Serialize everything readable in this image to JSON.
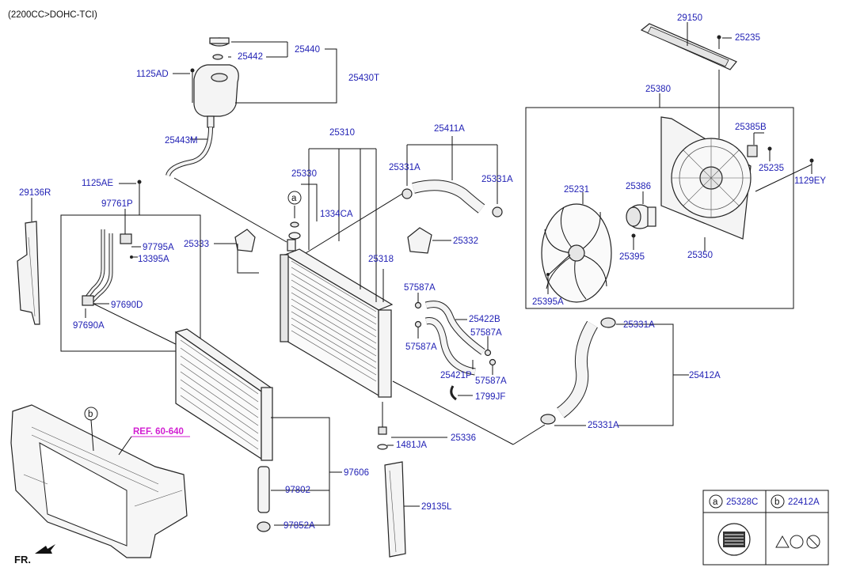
{
  "header": {
    "engine": "(2200CC>DOHC-TCI)"
  },
  "ref_note": "REF. 60-640",
  "front_marker": "FR.",
  "callouts": {
    "c_29150": "29150",
    "c_25235_top": "25235",
    "c_25380": "25380",
    "c_25385B": "25385B",
    "c_25235_mid": "25235",
    "c_1129EY": "1129EY",
    "c_25231": "25231",
    "c_25386": "25386",
    "c_25395": "25395",
    "c_25350": "25350",
    "c_25395A": "25395A",
    "c_25440": "25440",
    "c_25442": "25442",
    "c_1125AD": "1125AD",
    "c_25430T": "25430T",
    "c_25443M": "25443M",
    "c_25310": "25310",
    "c_25330": "25330",
    "c_a_marker": "a",
    "c_1334CA": "1334CA",
    "c_25333": "25333",
    "c_25318": "25318",
    "c_25411A": "25411A",
    "c_25331A_1": "25331A",
    "c_25331A_2": "25331A",
    "c_25332": "25332",
    "c_29136R": "29136R",
    "c_1125AE": "1125AE",
    "c_97761P": "97761P",
    "c_97795A": "97795A",
    "c_13395A": "13395A",
    "c_97690D": "97690D",
    "c_97690A": "97690A",
    "c_57587A_1": "57587A",
    "c_25422B": "25422B",
    "c_57587A_2": "57587A",
    "c_57587A_3": "57587A",
    "c_25421P": "25421P",
    "c_57587A_4": "57587A",
    "c_1799JF": "1799JF",
    "c_25331A_3": "25331A",
    "c_25412A": "25412A",
    "c_25331A_4": "25331A",
    "c_25336": "25336",
    "c_1481JA": "1481JA",
    "c_97606": "97606",
    "c_97802": "97802",
    "c_97852A": "97852A",
    "c_29135L": "29135L",
    "c_b_marker": "b"
  },
  "legend": {
    "a_letter": "a",
    "a_part": "25328C",
    "b_letter": "b",
    "b_part": "22412A"
  },
  "colors": {
    "callout": "#1f1fb4",
    "ref": "#d21fd2",
    "line": "#111111"
  }
}
